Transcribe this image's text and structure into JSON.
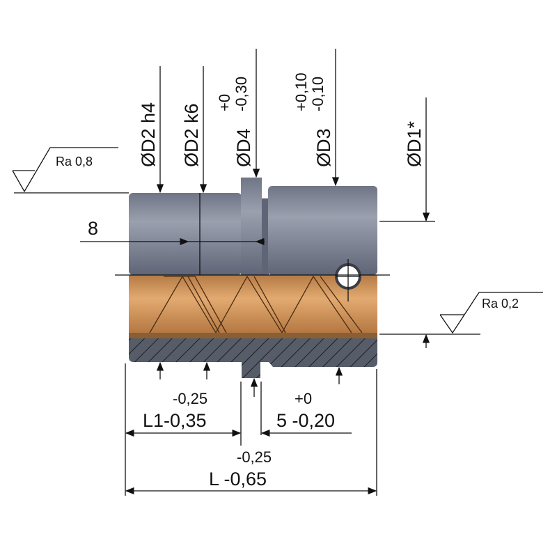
{
  "labels": {
    "d2_h4": "ØD2 h4",
    "d2_k6": "ØD2 k6",
    "d4": "ØD4",
    "d4_tol_upper": "+0",
    "d4_tol_lower": "-0,30",
    "d3": "ØD3",
    "d3_tol_upper": "+0,10",
    "d3_tol_lower": "-0,10",
    "d1": "ØD1*",
    "ra_top": "Ra 0,8",
    "ra_right": "Ra 0,2",
    "dim_8": "8",
    "l1_tol_upper": "-0,25",
    "l1_label": "L1-0,35",
    "five_tol_upper": "+0",
    "five_label": "5 -0,20",
    "l_tol_upper": "-0,25",
    "l_label": "L -0,65"
  },
  "colors": {
    "steel": "#7d8494",
    "bronze": "#c98d56",
    "hatch": "#4b4f5a"
  }
}
